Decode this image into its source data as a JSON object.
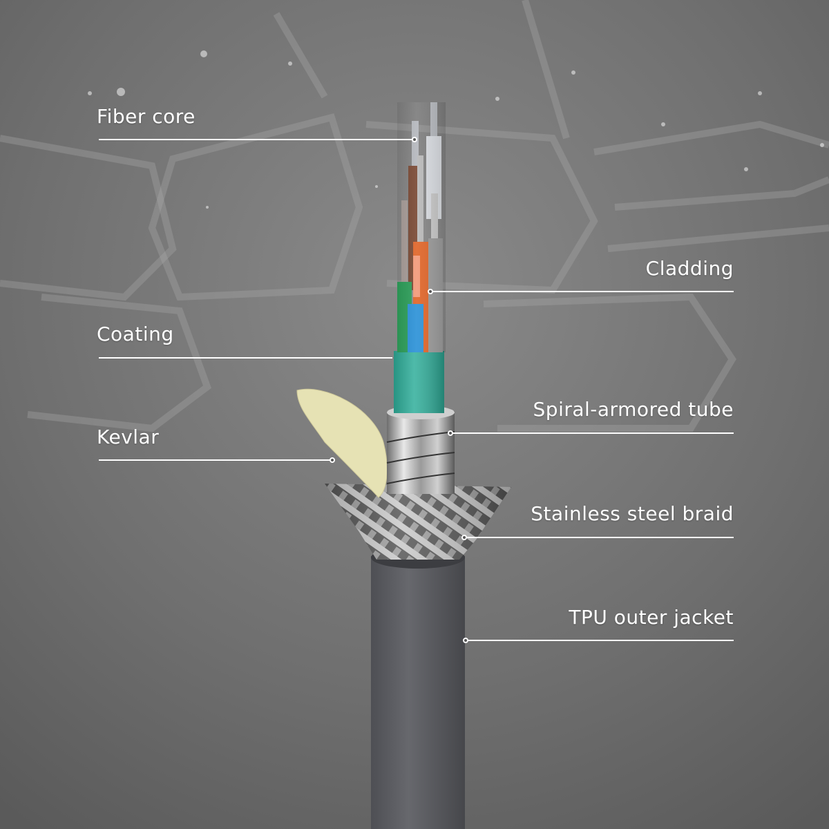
{
  "labels": {
    "fiber_core": "Fiber core",
    "cladding": "Cladding",
    "coating": "Coating",
    "kevlar": "Kevlar",
    "spiral_tube": "Spiral-armored tube",
    "steel_braid": "Stainless steel braid",
    "jacket": "TPU outer jacket"
  },
  "colors": {
    "background": "#707070",
    "fiber_green": "#2e9e5a",
    "fiber_blue": "#2e93d8",
    "fiber_orange": "#e0662a",
    "fiber_brown": "#7a4a35",
    "fiber_gray": "#9a9a9a",
    "fiber_white": "#d8dbe0",
    "coating": "#2fae9a",
    "kevlar": "#e6e2b4",
    "jacket": "#5c5d62"
  }
}
